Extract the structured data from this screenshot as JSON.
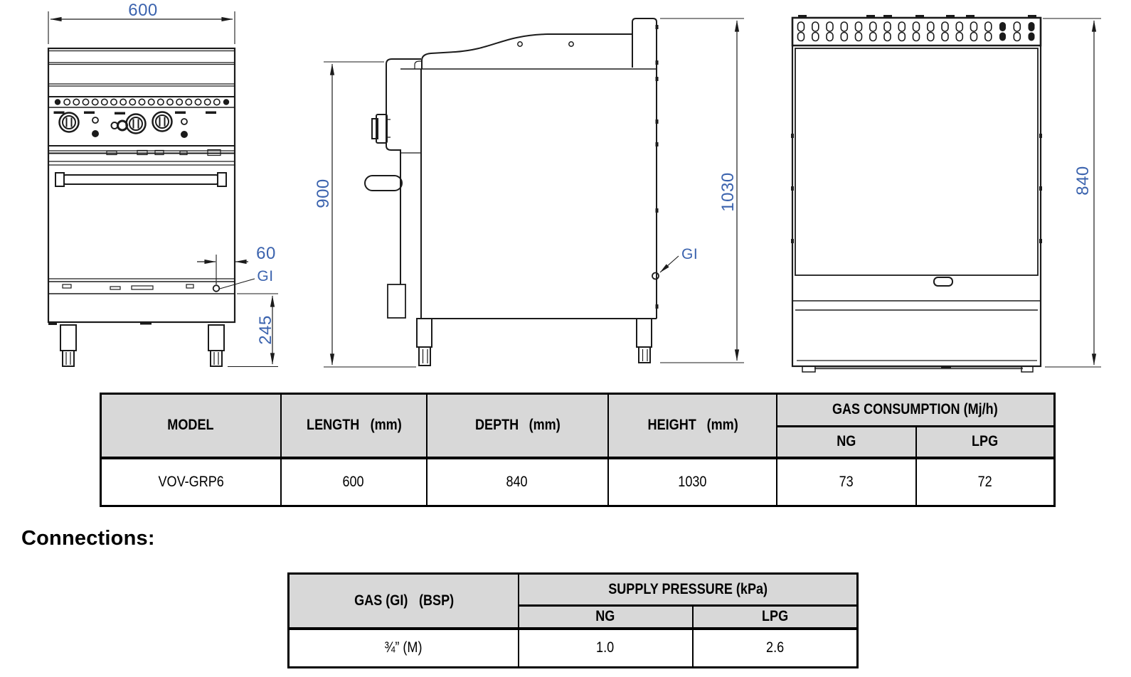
{
  "colors": {
    "dimension_text": "#3b63ae",
    "drawing_line": "#1b1b1b",
    "table_header_bg": "#d8d8d8"
  },
  "drawings": {
    "front": {
      "dim_length": "600",
      "dim_gas_offset": "60",
      "gas_inlet": "GI",
      "dim_base_height": "245"
    },
    "side": {
      "dim_body_height": "900",
      "dim_total_height": "1030",
      "gas_inlet": "GI"
    },
    "back": {
      "dim_depth": "840"
    }
  },
  "spec_table": {
    "header": {
      "model": "MODEL",
      "length_l1": "LENGTH",
      "length_l2": "(mm)",
      "depth_l1": "DEPTH",
      "depth_l2": "(mm)",
      "height_l1": "HEIGHT",
      "height_l2": "(mm)",
      "gas_group": "GAS CONSUMPTION (Mj/h)",
      "ng": "NG",
      "lpg": "LPG"
    },
    "row": {
      "model": "VOV-GRP6",
      "length": "600",
      "depth": "840",
      "height": "1030",
      "ng": "73",
      "lpg": "72"
    }
  },
  "connections": {
    "heading": "Connections:",
    "table": {
      "header": {
        "gas_l1": "GAS (GI)",
        "gas_l2": "(BSP)",
        "pressure_group": "SUPPLY PRESSURE (kPa)",
        "ng": "NG",
        "lpg": "LPG"
      },
      "row": {
        "gas": "¾” (M)",
        "ng": "1.0",
        "lpg": "2.6"
      }
    }
  }
}
